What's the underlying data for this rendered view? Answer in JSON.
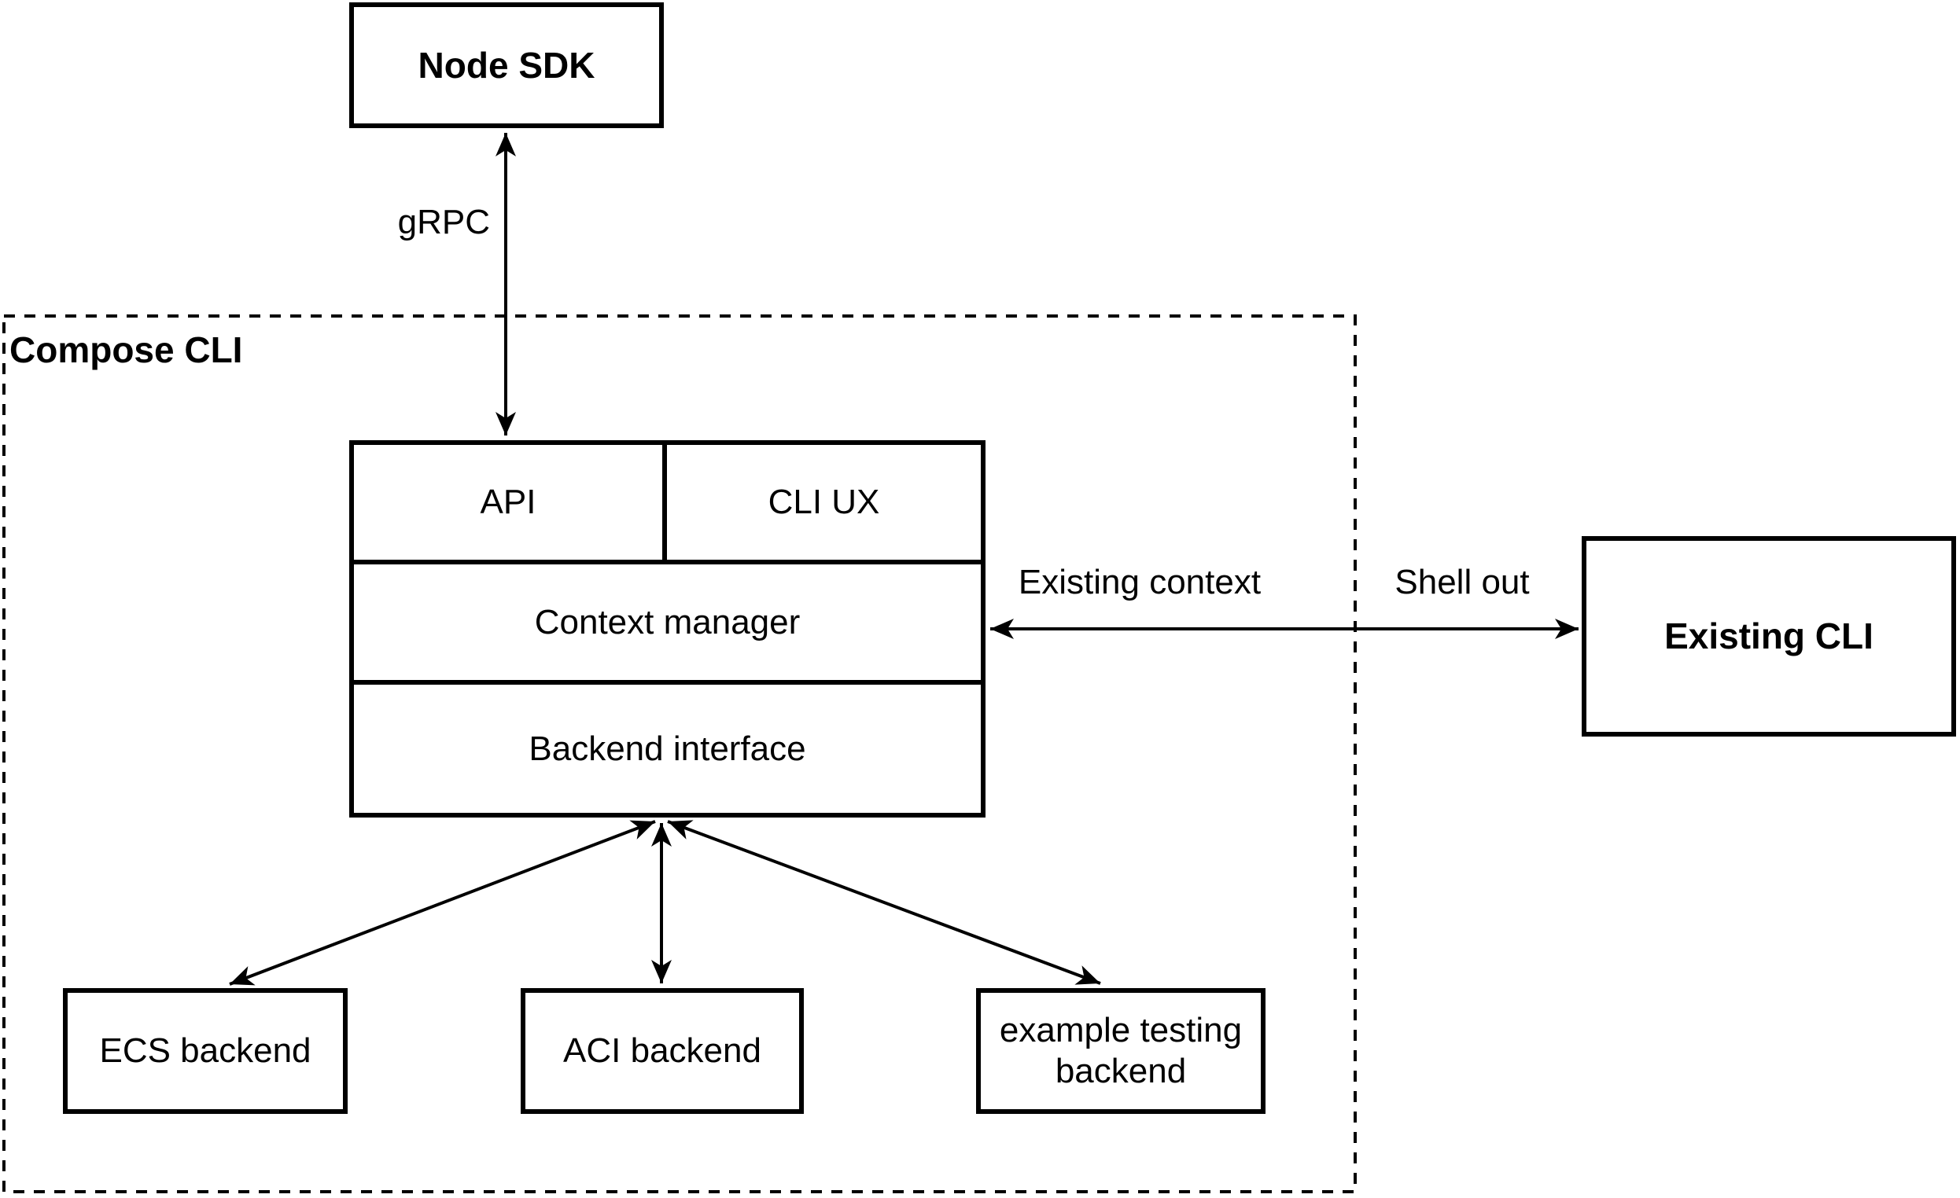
{
  "diagram": {
    "type": "architecture-diagram",
    "colors": {
      "background": "#ffffff",
      "line": "#000000",
      "text": "#000000"
    },
    "containers": {
      "compose_cli": {
        "label": "Compose CLI"
      }
    },
    "nodes": {
      "node_sdk": {
        "label": "Node SDK"
      },
      "api": {
        "label": "API"
      },
      "cli_ux": {
        "label": "CLI UX"
      },
      "context_manager": {
        "label": "Context manager"
      },
      "backend_interface": {
        "label": "Backend interface"
      },
      "existing_cli": {
        "label": "Existing CLI"
      },
      "ecs_backend": {
        "label": "ECS backend"
      },
      "aci_backend": {
        "label": "ACI backend"
      },
      "example_testing_backend": {
        "label": "example testing backend"
      }
    },
    "edge_labels": {
      "grpc": "gRPC",
      "existing_context": "Existing context",
      "shell_out": "Shell out"
    }
  }
}
